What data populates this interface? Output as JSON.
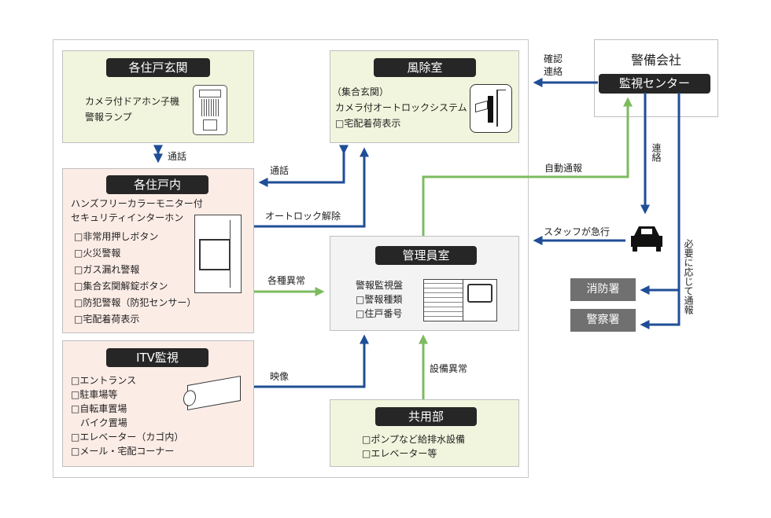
{
  "entrance": {
    "title": "各住戸玄関",
    "lines": [
      "カメラ付ドアホン子機",
      "警報ランプ"
    ]
  },
  "vestibule": {
    "title": "風除室",
    "lines": [
      "（集合玄関）",
      "カメラ付オートロックシステム",
      "□宅配着荷表示"
    ]
  },
  "unit": {
    "title": "各住戸内",
    "lines": [
      "ハンズフリーカラーモニター付",
      "セキュリティインターホン",
      "□非常用押しボタン",
      "□火災警報",
      "□ガス漏れ警報",
      "□集合玄関解錠ボタン",
      "□防犯警報（防犯センサー）",
      "□宅配着荷表示"
    ]
  },
  "itv": {
    "title": "ITV監視",
    "lines": [
      "□エントランス",
      "□駐車場等",
      "□自転車置場",
      "　バイク置場",
      "□エレベーター（カゴ内）",
      "□メール・宅配コーナー"
    ]
  },
  "manager": {
    "title": "管理員室",
    "lines": [
      "警報監視盤",
      "□警報種類",
      "□住戸番号"
    ]
  },
  "common": {
    "title": "共用部",
    "lines": [
      "□ポンプなど給排水設備",
      "□エレベーター等"
    ]
  },
  "security": {
    "company": "警備会社",
    "center": "監視センター"
  },
  "stations": {
    "fire": "消防署",
    "police": "警察署"
  },
  "labels": {
    "call1": "通話",
    "call2": "通話",
    "autolock": "オートロック解除",
    "alarms": "各種異常",
    "video": "映像",
    "equipment": "設備異常",
    "auto_report": "自動通報",
    "confirm": "確認連絡",
    "contact": "連絡",
    "staff": "スタッフが急行",
    "report": "必要に応じて通報"
  },
  "colors": {
    "blue": "#1f4e96",
    "green": "#7dbb5f"
  }
}
